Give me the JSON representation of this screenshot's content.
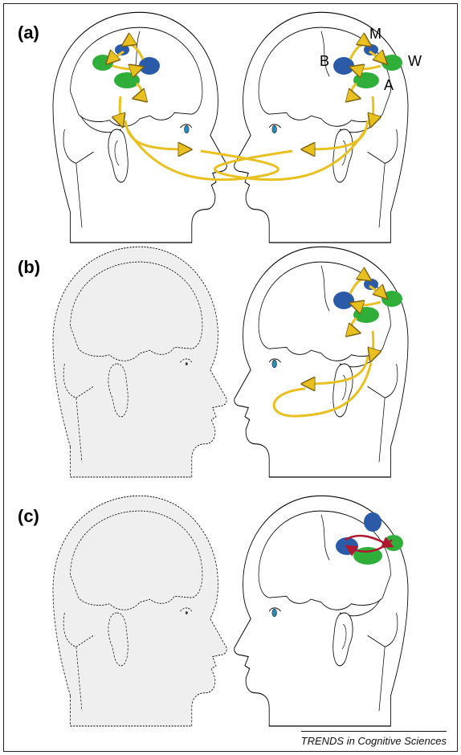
{
  "panels": [
    {
      "label": "(a)"
    },
    {
      "label": "(b)"
    },
    {
      "label": "(c)"
    }
  ],
  "region_labels": {
    "motor": "M",
    "broca": "B",
    "wernicke": "W",
    "auditory": "A"
  },
  "credit": "TRENDS in Cognitive Sciences",
  "colors": {
    "blue_region": "#2a5aa8",
    "green_region": "#2fae3a",
    "arrow_yellow": "#e8c020",
    "arrow_red": "#b01830",
    "faded_head": "#efefef",
    "eye": "#2a8ab8"
  },
  "icons": [
    "head-outline-icon",
    "brain-icon",
    "ear-icon",
    "eye-icon",
    "arrow-icon"
  ]
}
